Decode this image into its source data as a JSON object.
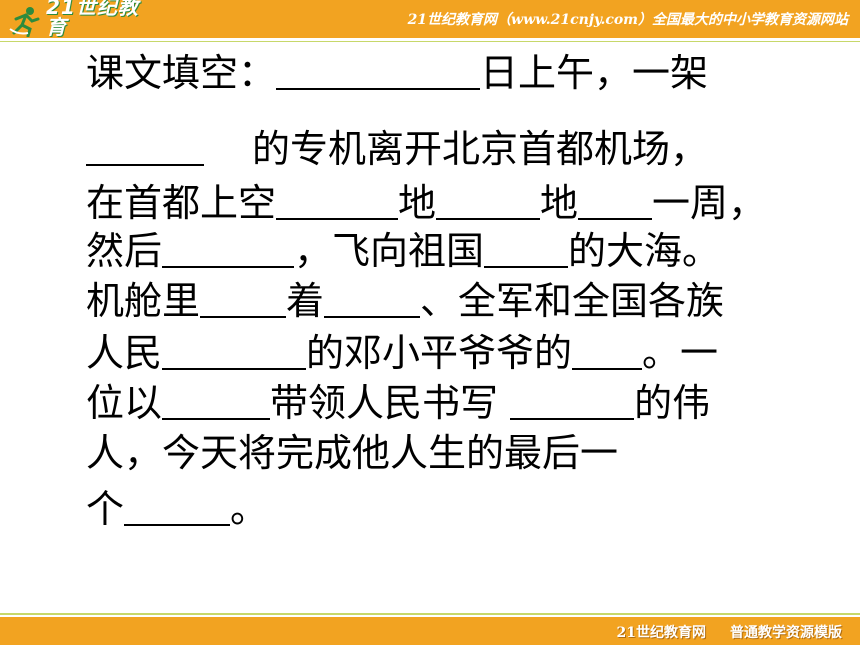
{
  "header": {
    "logo_text": "21世纪教育",
    "logo_subtext": "www.21cnjy.com",
    "slogan": "21世纪教育网（www.21cnjy.com）全国最大的中小学教育资源网站"
  },
  "exercise": {
    "lines": [
      [
        "课文填空：",
        "",
        "日上午，一架"
      ],
      [
        "",
        "的专机离开北京首都机场，"
      ],
      [
        "在首都上空",
        "",
        "地",
        "",
        "地",
        "",
        "一周，"
      ],
      [
        "然后",
        "",
        "，飞向祖国",
        "",
        "的大海。"
      ],
      [
        "机舱里",
        "",
        "着",
        "",
        "、全军和全国各族"
      ],
      [
        "人民",
        "",
        "的邓小平爷爷的",
        "",
        "。一"
      ],
      [
        "位以",
        "",
        "带领人民书写 ",
        "",
        "的伟"
      ],
      [
        "人，今天将完成他人生的最后一"
      ],
      [
        "个",
        "",
        "。"
      ]
    ]
  },
  "footer": {
    "site_name": "21世纪教育网",
    "template_name": "普通教学资源模版"
  },
  "colors": {
    "band": "#f2a321",
    "accent_line": "#c7d86a",
    "logo_green": "#2e8b3d"
  }
}
